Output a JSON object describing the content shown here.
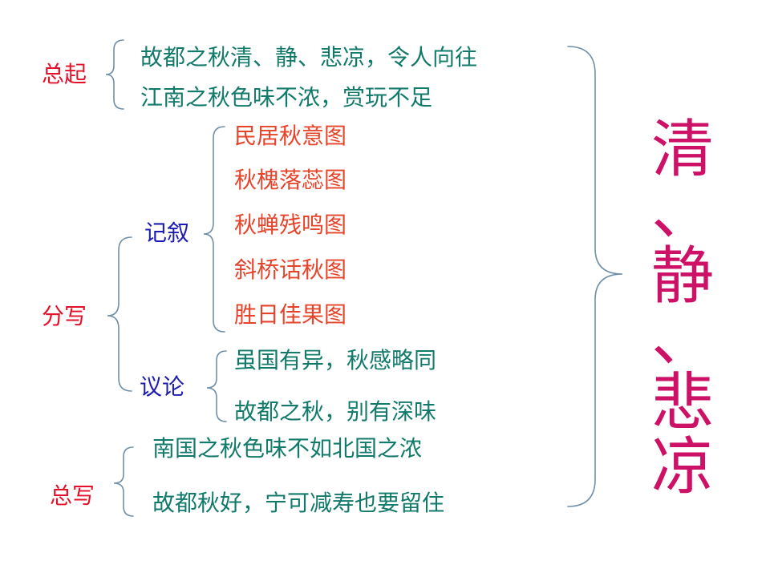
{
  "sections": {
    "intro": {
      "label": "总起",
      "lines": [
        "故都之秋清、静、悲凉，令人向往",
        "江南之秋色味不浓，赏玩不足"
      ]
    },
    "body": {
      "label": "分写",
      "narrative": {
        "label": "记叙",
        "items": [
          "民居秋意图",
          "秋槐落蕊图",
          "秋蝉残鸣图",
          "斜桥话秋图",
          "胜日佳果图"
        ]
      },
      "discussion": {
        "label": "议论",
        "items": [
          "虽国有异，秋感略同",
          "故都之秋，别有深味"
        ]
      }
    },
    "conclusion": {
      "label": "总写",
      "lines": [
        "南国之秋色味不如北国之浓",
        "故都秋好，宁可减寿也要留住"
      ]
    }
  },
  "theme": {
    "chars": [
      "清",
      "、",
      "静",
      "、",
      "悲",
      "凉"
    ]
  },
  "colors": {
    "section_label": "#e3122a",
    "sub_label": "#1c1cb4",
    "teal_text": "#127a6a",
    "orange_text": "#e5442a",
    "theme_text": "#cc1166",
    "brace_stroke": "#6f8fa8"
  }
}
